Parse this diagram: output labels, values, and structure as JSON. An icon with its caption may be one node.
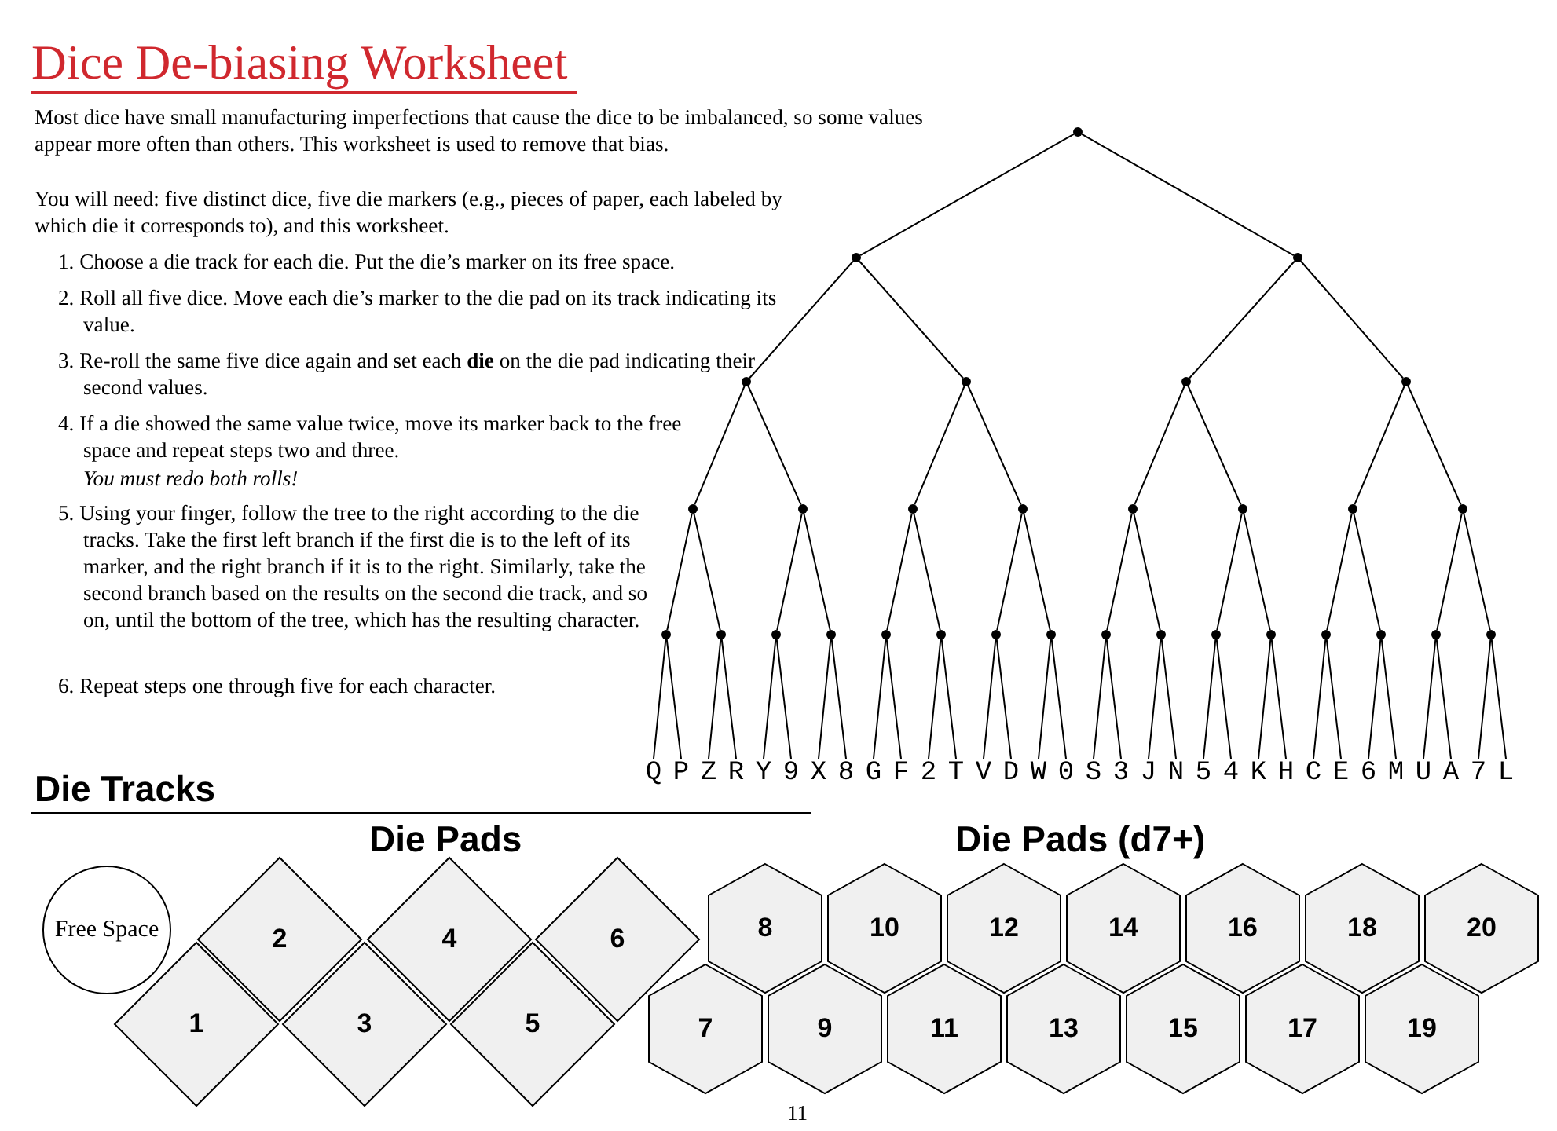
{
  "diagram": {
    "title": "Dice De-biasing Worksheet",
    "nodes": [
      {
        "text": [],
        "shape": "circle"
      },
      {
        "text": [],
        "shape": "circle"
      },
      {
        "text": [],
        "shape": "circle"
      },
      {
        "text": [],
        "shape": "circle"
      },
      {
        "text": [],
        "shape": "circle"
      },
      {
        "text": [],
        "shape": "circle"
      },
      {
        "text": [],
        "shape": "circle"
      },
      {
        "text": [],
        "shape": "circle"
      },
      {
        "text": [],
        "shape": "circle"
      },
      {
        "text": [],
        "shape": "circle"
      },
      {
        "text": [],
        "shape": "circle"
      },
      {
        "text": [],
        "shape": "circle"
      },
      {
        "text": [],
        "shape": "circle"
      },
      {
        "text": [],
        "shape": "circle"
      },
      {
        "text": [],
        "shape": "circle"
      },
      {
        "text": [],
        "shape": "circle"
      },
      {
        "text": [],
        "shape": "circle"
      },
      {
        "text": [],
        "shape": "circle"
      },
      {
        "text": [],
        "shape": "circle"
      },
      {
        "text": [],
        "shape": "circle"
      },
      {
        "text": [],
        "shape": "circle"
      },
      {
        "text": [],
        "shape": "circle"
      },
      {
        "text": [],
        "shape": "circle"
      },
      {
        "text": [],
        "shape": "circle"
      },
      {
        "text": [],
        "shape": "circle"
      },
      {
        "text": [],
        "shape": "circle"
      },
      {
        "text": [],
        "shape": "circle"
      },
      {
        "text": [],
        "shape": "circle"
      },
      {
        "text": [],
        "shape": "circle"
      },
      {
        "text": [],
        "shape": "circle"
      },
      {
        "text": [],
        "shape": "circle"
      },
      {
        "text": [
          "Q"
        ]
      },
      {
        "text": [
          "P"
        ]
      },
      {
        "text": [
          "Z"
        ]
      },
      {
        "text": [
          "R"
        ]
      },
      {
        "text": [
          "Y"
        ]
      },
      {
        "text": [
          "9"
        ]
      },
      {
        "text": [
          "X"
        ]
      },
      {
        "text": [
          "8"
        ]
      },
      {
        "text": [
          "G"
        ]
      },
      {
        "text": [
          "F"
        ]
      },
      {
        "text": [
          "2"
        ]
      },
      {
        "text": [
          "T"
        ]
      },
      {
        "text": [
          "V"
        ]
      },
      {
        "text": [
          "D"
        ]
      },
      {
        "text": [
          "W"
        ]
      },
      {
        "text": [
          "0"
        ]
      },
      {
        "text": [
          "S"
        ]
      },
      {
        "text": [
          "3"
        ]
      },
      {
        "text": [
          "J"
        ]
      },
      {
        "text": [
          "N"
        ]
      },
      {
        "text": [
          "5"
        ]
      },
      {
        "text": [
          "4"
        ]
      },
      {
        "text": [
          "K"
        ]
      },
      {
        "text": [
          "H"
        ]
      },
      {
        "text": [
          "C"
        ]
      },
      {
        "text": [
          "E"
        ]
      },
      {
        "text": [
          "6"
        ]
      },
      {
        "text": [
          "M"
        ]
      },
      {
        "text": [
          "U"
        ]
      },
      {
        "text": [
          "A"
        ]
      },
      {
        "text": [
          "7"
        ]
      },
      {
        "text": [
          "L"
        ]
      },
      {
        "text": [
          "Free Space"
        ]
      },
      {
        "text": [
          "1"
        ]
      },
      {
        "text": [
          "2"
        ]
      },
      {
        "text": [
          "3"
        ]
      },
      {
        "text": [
          "4"
        ]
      },
      {
        "text": [
          "5"
        ]
      },
      {
        "text": [
          "6"
        ]
      },
      {
        "text": [
          "7"
        ]
      },
      {
        "text": [
          "8"
        ]
      },
      {
        "text": [
          "9"
        ]
      },
      {
        "text": [
          "10"
        ]
      },
      {
        "text": [
          "11"
        ]
      },
      {
        "text": [
          "12"
        ]
      },
      {
        "text": [
          "13"
        ]
      },
      {
        "text": [
          "14"
        ]
      },
      {
        "text": [
          "15"
        ]
      },
      {
        "text": [
          "16"
        ]
      },
      {
        "text": [
          "17"
        ]
      },
      {
        "text": [
          "18"
        ]
      },
      {
        "text": [
          "19"
        ]
      },
      {
        "text": [
          "20"
        ]
      }
    ],
    "edges": [
      {
        "from": 0,
        "to": 1,
        "arrow": "none"
      },
      {
        "from": 0,
        "to": 2,
        "arrow": "none"
      },
      {
        "from": 1,
        "to": 3,
        "arrow": "none"
      },
      {
        "from": 1,
        "to": 4,
        "arrow": "none"
      },
      {
        "from": 2,
        "to": 5,
        "arrow": "none"
      },
      {
        "from": 2,
        "to": 6,
        "arrow": "none"
      },
      {
        "from": 3,
        "to": 7,
        "arrow": "none"
      },
      {
        "from": 3,
        "to": 8,
        "arrow": "none"
      },
      {
        "from": 4,
        "to": 9,
        "arrow": "none"
      },
      {
        "from": 4,
        "to": 10,
        "arrow": "none"
      },
      {
        "from": 5,
        "to": 11,
        "arrow": "none"
      },
      {
        "from": 5,
        "to": 12,
        "arrow": "none"
      },
      {
        "from": 6,
        "to": 13,
        "arrow": "none"
      },
      {
        "from": 6,
        "to": 14,
        "arrow": "none"
      },
      {
        "from": 7,
        "to": 15,
        "arrow": "none"
      },
      {
        "from": 7,
        "to": 16,
        "arrow": "none"
      },
      {
        "from": 8,
        "to": 17,
        "arrow": "none"
      },
      {
        "from": 8,
        "to": 18,
        "arrow": "none"
      },
      {
        "from": 9,
        "to": 19,
        "arrow": "none"
      },
      {
        "from": 9,
        "to": 20,
        "arrow": "none"
      },
      {
        "from": 10,
        "to": 21,
        "arrow": "none"
      },
      {
        "from": 10,
        "to": 22,
        "arrow": "none"
      },
      {
        "from": 11,
        "to": 23,
        "arrow": "none"
      },
      {
        "from": 11,
        "to": 24,
        "arrow": "none"
      },
      {
        "from": 12,
        "to": 25,
        "arrow": "none"
      },
      {
        "from": 12,
        "to": 26,
        "arrow": "none"
      },
      {
        "from": 13,
        "to": 27,
        "arrow": "none"
      },
      {
        "from": 13,
        "to": 28,
        "arrow": "none"
      },
      {
        "from": 14,
        "to": 29,
        "arrow": "none"
      },
      {
        "from": 14,
        "to": 30,
        "arrow": "none"
      },
      {
        "from": 15,
        "to": 31,
        "arrow": "none"
      },
      {
        "from": 15,
        "to": 32,
        "arrow": "none"
      },
      {
        "from": 16,
        "to": 33,
        "arrow": "none"
      },
      {
        "from": 16,
        "to": 34,
        "arrow": "none"
      },
      {
        "from": 17,
        "to": 35,
        "arrow": "none"
      },
      {
        "from": 17,
        "to": 36,
        "arrow": "none"
      },
      {
        "from": 18,
        "to": 37,
        "arrow": "none"
      },
      {
        "from": 18,
        "to": 38,
        "arrow": "none"
      },
      {
        "from": 19,
        "to": 39,
        "arrow": "none"
      },
      {
        "from": 19,
        "to": 40,
        "arrow": "none"
      },
      {
        "from": 20,
        "to": 41,
        "arrow": "none"
      },
      {
        "from": 20,
        "to": 42,
        "arrow": "none"
      },
      {
        "from": 21,
        "to": 43,
        "arrow": "none"
      },
      {
        "from": 21,
        "to": 44,
        "arrow": "none"
      },
      {
        "from": 22,
        "to": 45,
        "arrow": "none"
      },
      {
        "from": 22,
        "to": 46,
        "arrow": "none"
      },
      {
        "from": 23,
        "to": 47,
        "arrow": "none"
      },
      {
        "from": 23,
        "to": 48,
        "arrow": "none"
      },
      {
        "from": 24,
        "to": 49,
        "arrow": "none"
      },
      {
        "from": 24,
        "to": 50,
        "arrow": "none"
      },
      {
        "from": 25,
        "to": 51,
        "arrow": "none"
      },
      {
        "from": 25,
        "to": 52,
        "arrow": "none"
      },
      {
        "from": 26,
        "to": 53,
        "arrow": "none"
      },
      {
        "from": 26,
        "to": 54,
        "arrow": "none"
      },
      {
        "from": 27,
        "to": 55,
        "arrow": "none"
      },
      {
        "from": 27,
        "to": 56,
        "arrow": "none"
      },
      {
        "from": 28,
        "to": 57,
        "arrow": "none"
      },
      {
        "from": 28,
        "to": 58,
        "arrow": "none"
      },
      {
        "from": 29,
        "to": 59,
        "arrow": "none"
      },
      {
        "from": 29,
        "to": 60,
        "arrow": "none"
      },
      {
        "from": 30,
        "to": 61,
        "arrow": "none"
      },
      {
        "from": 30,
        "to": 62,
        "arrow": "none"
      }
    ],
    "labels": [
      "Most dice have small manufacturing imperfections that cause the dice to be imbalanced, so some values appear more often than others. This worksheet is used to remove that bias.",
      "You will need: five distinct dice, five die markers (e.g., pieces of paper, each labeled by which die it corresponds to), and this worksheet.",
      "1. Choose a die track for each die. Put the die’s marker on its free space.",
      "2. Roll all five dice. Move each die’s marker to the die pad on its track indicating its value.",
      "3. Re-roll the same five dice again and set each **die** on the die pad indicating their second values.",
      "4. If a die showed the same value twice, move its marker back to the free space and repeat steps two and three.",
      "You must redo both rolls!",
      "5. Using your finger, follow the tree to the right according to the die tracks. Take the first left branch if the first die is to the left of its marker, and the right branch if it is to the right. Similarly, take the second branch based on the results on the second die track, and so on, until the bottom of the tree, which has the resulting character.",
      "6. Repeat steps one through five for each character.",
      "Die Tracks",
      "Die Pads",
      "Die Pads (d7+)",
      "11"
    ]
  }
}
